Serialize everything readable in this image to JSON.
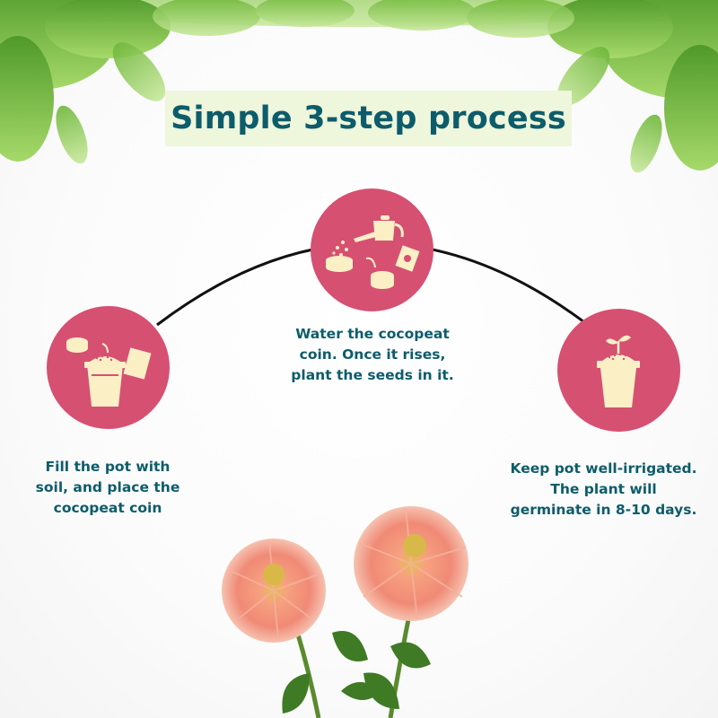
{
  "title": "Simple 3-step process",
  "steps": [
    {
      "lines": [
        "Fill the pot with",
        "soil, and place the",
        "cocopeat coin"
      ],
      "icon": "pot-soil-coin-icon"
    },
    {
      "lines": [
        "Water the cocopeat",
        "coin. Once it rises,",
        "plant the seeds in it."
      ],
      "icon": "watering-can-coin-icon"
    },
    {
      "lines": [
        "Keep pot well-irrigated.",
        "The plant will",
        "germinate in 8-10 days."
      ],
      "icon": "sprouting-pot-icon"
    }
  ],
  "colors": {
    "title_text": "#0d5c6b",
    "title_bg": "#eef6dc",
    "step_circle": "#d65072",
    "icon_fill": "#fbefc6",
    "step_text": "#0d5c6b",
    "foliage": "#7bbf3a",
    "flower": "#f08a76"
  }
}
